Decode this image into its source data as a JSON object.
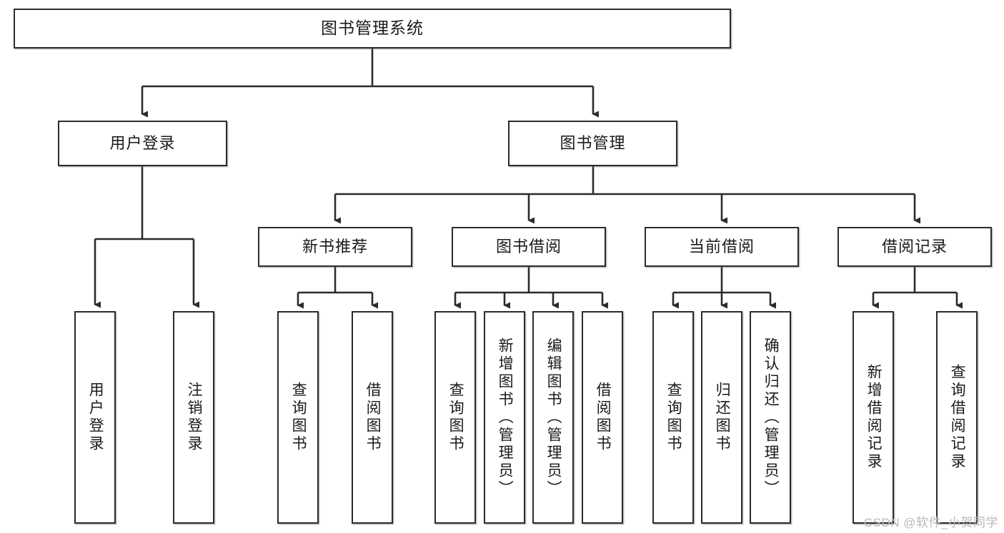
{
  "diagram": {
    "title_node": {
      "label": "图书管理系统"
    },
    "level2": [
      {
        "id": "user-login",
        "label": "用户登录"
      },
      {
        "id": "book-manage",
        "label": "图书管理"
      }
    ],
    "level3": [
      {
        "id": "new-book-recommend",
        "label": "新书推荐"
      },
      {
        "id": "book-borrow",
        "label": "图书借阅"
      },
      {
        "id": "current-borrow",
        "label": "当前借阅"
      },
      {
        "id": "borrow-record",
        "label": "借阅记录"
      }
    ],
    "leaves": {
      "user_login": [
        {
          "id": "leaf-user-login",
          "label": "用户登录"
        },
        {
          "id": "leaf-user-logout",
          "label": "注销登录"
        }
      ],
      "new_book_recommend": [
        {
          "id": "leaf-query-book-1",
          "label": "查询图书"
        },
        {
          "id": "leaf-borrow-book-1",
          "label": "借阅图书"
        }
      ],
      "book_borrow": [
        {
          "id": "leaf-query-book-2",
          "label": "查询图书"
        },
        {
          "id": "leaf-add-book",
          "label": "新增图书（管理员）"
        },
        {
          "id": "leaf-edit-book",
          "label": "编辑图书（管理员）"
        },
        {
          "id": "leaf-borrow-book-2",
          "label": "借阅图书"
        }
      ],
      "current_borrow": [
        {
          "id": "leaf-query-book-3",
          "label": "查询图书"
        },
        {
          "id": "leaf-return-book",
          "label": "归还图书"
        },
        {
          "id": "leaf-confirm-return",
          "label": "确认归还（管理员）"
        }
      ],
      "borrow_record": [
        {
          "id": "leaf-add-borrow-record",
          "label": "新增借阅记录"
        },
        {
          "id": "leaf-query-borrow-record",
          "label": "查询借阅记录"
        }
      ]
    },
    "watermark": "CSDN @软件_小贺同学",
    "colors": {
      "stroke": "#2b2b2b",
      "fill": "#ffffff",
      "text": "#1a1a1a",
      "watermark": "#b9b9b9"
    }
  }
}
